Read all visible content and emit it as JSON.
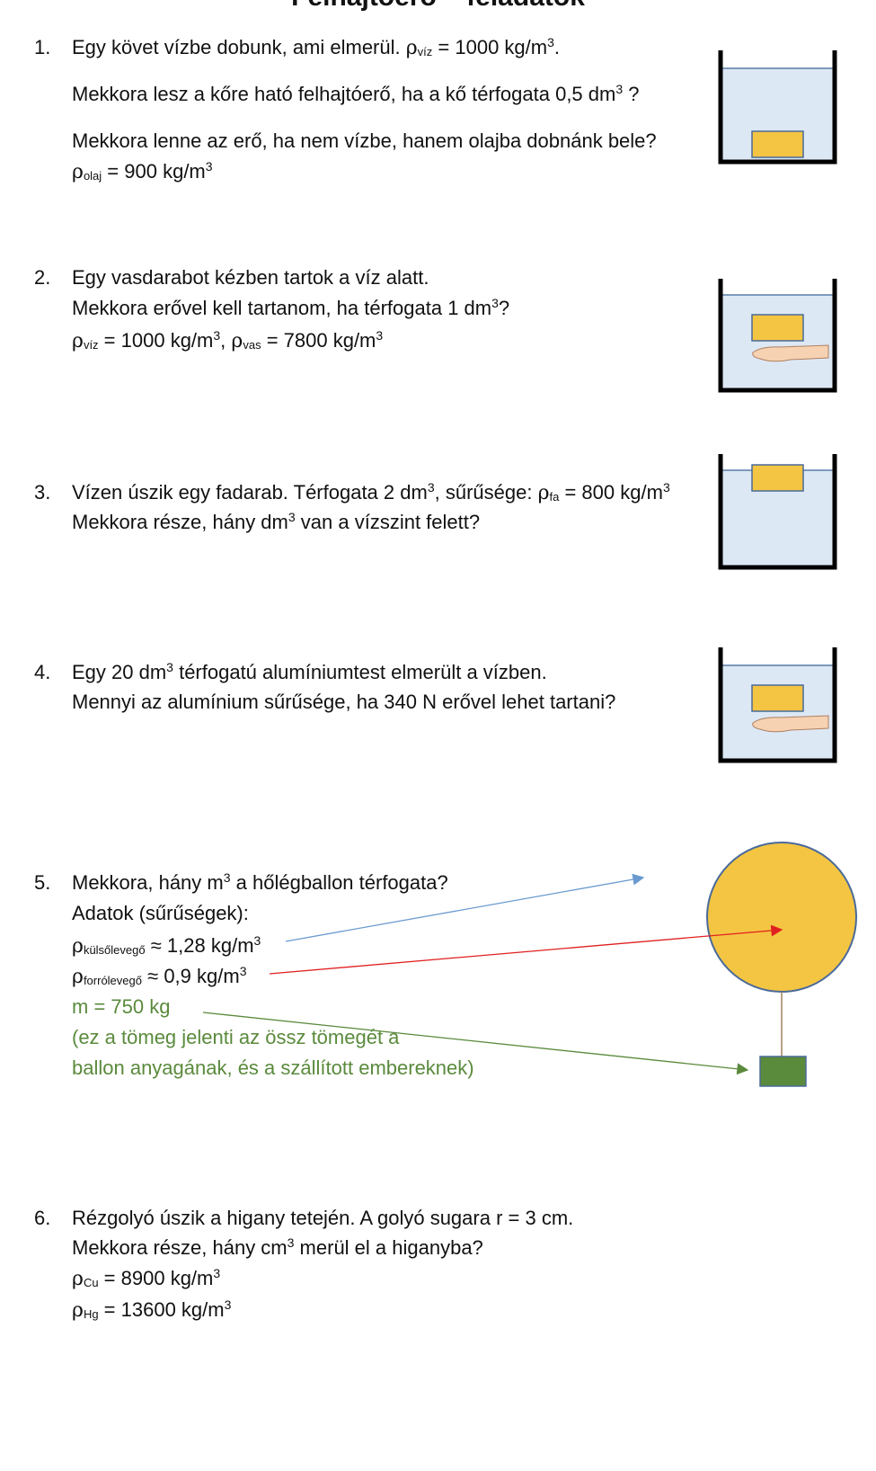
{
  "title": "Felhajtóerő – feladatok",
  "common": {
    "rho": "ρ",
    "approx": "≈",
    "cube": "3"
  },
  "task1": {
    "number": "1.",
    "line1_text": "Egy követ vízbe dobunk, ami elmerül. ",
    "line1_sub": "víz",
    "line1_val": " = 1000 kg/m",
    "line1_end": ".",
    "line2_text": "Mekkora lesz a kőre ható felhajtóerő, ha a kő térfogata 0,5 dm",
    "line2_end": " ?",
    "line3_text": "Mekkora lenne az erő, ha nem vízbe, hanem olajba dobnánk bele?",
    "line4_sub": "olaj",
    "line4_val": " = 900 kg/m"
  },
  "task2": {
    "number": "2.",
    "line1_text": "Egy vasdarabot kézben tartok a víz alatt.",
    "line2_text": "Mekkora erővel kell tartanom, ha térfogata 1 dm",
    "line2_end": "?",
    "line3_sub1": "víz",
    "line3_val1": " = 1000 kg/m",
    "line3_sep": ", ",
    "line3_sub2": "vas",
    "line3_val2": " = 7800 kg/m"
  },
  "task3": {
    "number": "3.",
    "line1_text": "Vízen úszik egy fadarab. Térfogata 2 dm",
    "line1_mid": ", sűrűsége: ",
    "line1_sub": "fa",
    "line1_val": " = 800 kg/m",
    "line2_text": "Mekkora része, hány dm",
    "line2_end": " van a vízszint felett?"
  },
  "task4": {
    "number": "4.",
    "line1_text": "Egy 20 dm",
    "line1_end": " térfogatú alumíniumtest elmerült a vízben.",
    "line2_text": "Mennyi az alumínium sűrűsége, ha 340 N erővel lehet tartani?"
  },
  "task5": {
    "number": "5.",
    "line1_text": "Mekkora, hány m",
    "line1_end": " a hőlégballon térfogata?",
    "line2_text": "Adatok (sűrűségek):",
    "line3_sub": "külsőlevegő",
    "line3_val": "1,28 kg/m",
    "line4_sub": "forrólevegő",
    "line4_val": "0,9 kg/m",
    "line5_text": "m = 750 kg",
    "line6_text": "(ez a tömeg jelenti az össz tömegét a",
    "line7_text": "ballon anyagának, és a szállított embereknek)"
  },
  "task6": {
    "number": "6.",
    "line1_text": "Rézgolyó úszik a higany tetején. A golyó sugara r = 3 cm.",
    "line2_text": "Mekkora része, hány cm",
    "line2_end": " merül el a higanyba?",
    "line3_sub": "Cu",
    "line3_val": " = 8900 kg/m",
    "line4_sub": "Hg",
    "line4_val": " = 13600 kg/m"
  },
  "colors": {
    "water": "#dde8f5",
    "block": "#f4c542",
    "balloon": "#f4c542",
    "basket": "#5a8a3c",
    "arrow_blue": "#6a9ad0",
    "arrow_red": "#e02020",
    "arrow_green": "#5a8a3c",
    "text_green": "#5a8a3c"
  }
}
